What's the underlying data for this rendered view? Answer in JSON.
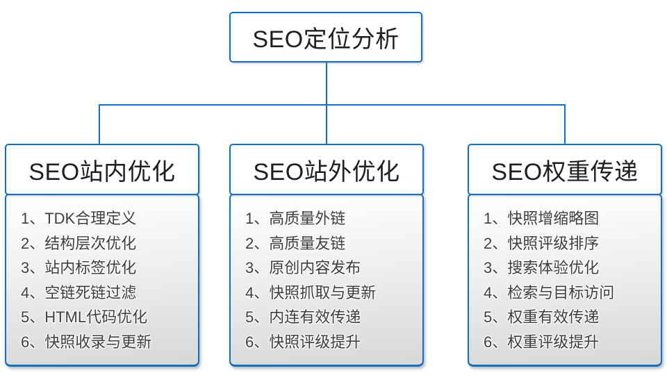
{
  "theme": {
    "accent": "#0f6fc5",
    "grad-top": "#ffffff",
    "grad-mid": "#efefef",
    "grad-bottom": "#d7d7d7",
    "title-color": "#1f1f1f",
    "item-color": "#3d3d3d"
  },
  "root": {
    "title": "SEO定位分析"
  },
  "columns": [
    {
      "title": "SEO站内优化",
      "items": [
        "1、TDK合理定义",
        "2、结构层次优化",
        "3、站内标签优化",
        "4、空链死链过滤",
        "5、HTML代码优化",
        "6、快照收录与更新"
      ]
    },
    {
      "title": "SEO站外优化",
      "items": [
        "1、高质量外链",
        "2、高质量友链",
        "3、原创内容发布",
        "4、快照抓取与更新",
        "5、内连有效传递",
        "6、快照评级提升"
      ]
    },
    {
      "title": "SEO权重传递",
      "items": [
        "1、快照增缩略图",
        "2、快照评级排序",
        "3、搜索体验优化",
        "4、检索与目标访问",
        "5、权重有效传递",
        "6、权重评级提升"
      ]
    }
  ]
}
